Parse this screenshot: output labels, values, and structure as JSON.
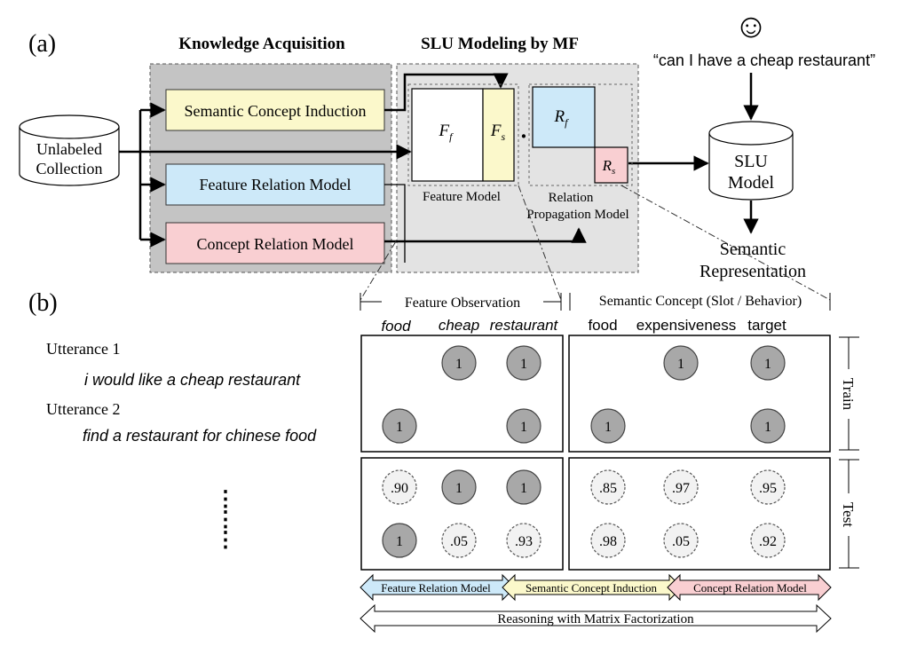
{
  "part_a": {
    "label": "(a)",
    "knowledge_acquisition": {
      "title": "Knowledge Acquisition",
      "semantic_concept_induction": "Semantic Concept Induction",
      "feature_relation_model": "Feature Relation Model",
      "concept_relation_model": "Concept Relation Model"
    },
    "slu_modeling": {
      "title": "SLU Modeling by MF",
      "ff": "F",
      "ff_sub": "f",
      "fs": "F",
      "fs_sub": "s",
      "rf": "R",
      "rf_sub": "f",
      "rs": "R",
      "rs_sub": "s",
      "dot": "·",
      "feature_model": "Feature Model",
      "relation_line1": "Relation",
      "relation_line2": "Propagation Model"
    },
    "unlabeled_line1": "Unlabeled",
    "unlabeled_line2": "Collection",
    "smiley": "☺",
    "query": "“can I have a cheap restaurant”",
    "slu_line1": "SLU",
    "slu_line2": "Model",
    "semantic_line1": "Semantic",
    "semantic_line2": "Representation",
    "colors": {
      "gray_panel": "#c4c4c4",
      "light_panel": "#e3e3e3",
      "yellow": "#fbf8cb",
      "blue": "#cde9f9",
      "pink": "#f9cfd2"
    }
  },
  "part_b": {
    "label": "(b)",
    "feature_observation": "Feature Observation",
    "semantic_concept": "Semantic Concept (Slot / Behavior)",
    "feature_cols": [
      "food",
      "cheap",
      "restaurant"
    ],
    "concept_cols": [
      "food",
      "expensiveness",
      "target"
    ],
    "utterance1_label": "Utterance 1",
    "utterance1_text": "i would like a cheap restaurant",
    "utterance2_label": "Utterance 2",
    "utterance2_text": "find a restaurant for chinese food",
    "dots": "⋮",
    "train_label": "Train",
    "test_label": "Test",
    "train_rows": [
      [
        "",
        "1",
        "1",
        "",
        "1",
        "1"
      ],
      [
        "1",
        "",
        "1",
        "1",
        "",
        "1"
      ]
    ],
    "test_rows": [
      [
        ".90",
        "1",
        "1",
        ".85",
        ".97",
        ".95"
      ],
      [
        "1",
        ".05",
        ".93",
        ".98",
        ".05",
        ".92"
      ]
    ],
    "arrow_feature_relation": "Feature Relation Model",
    "arrow_semantic_concept": "Semantic Concept Induction",
    "arrow_concept_relation": "Concept Relation Model",
    "arrow_reasoning": "Reasoning with Matrix Factorization"
  }
}
